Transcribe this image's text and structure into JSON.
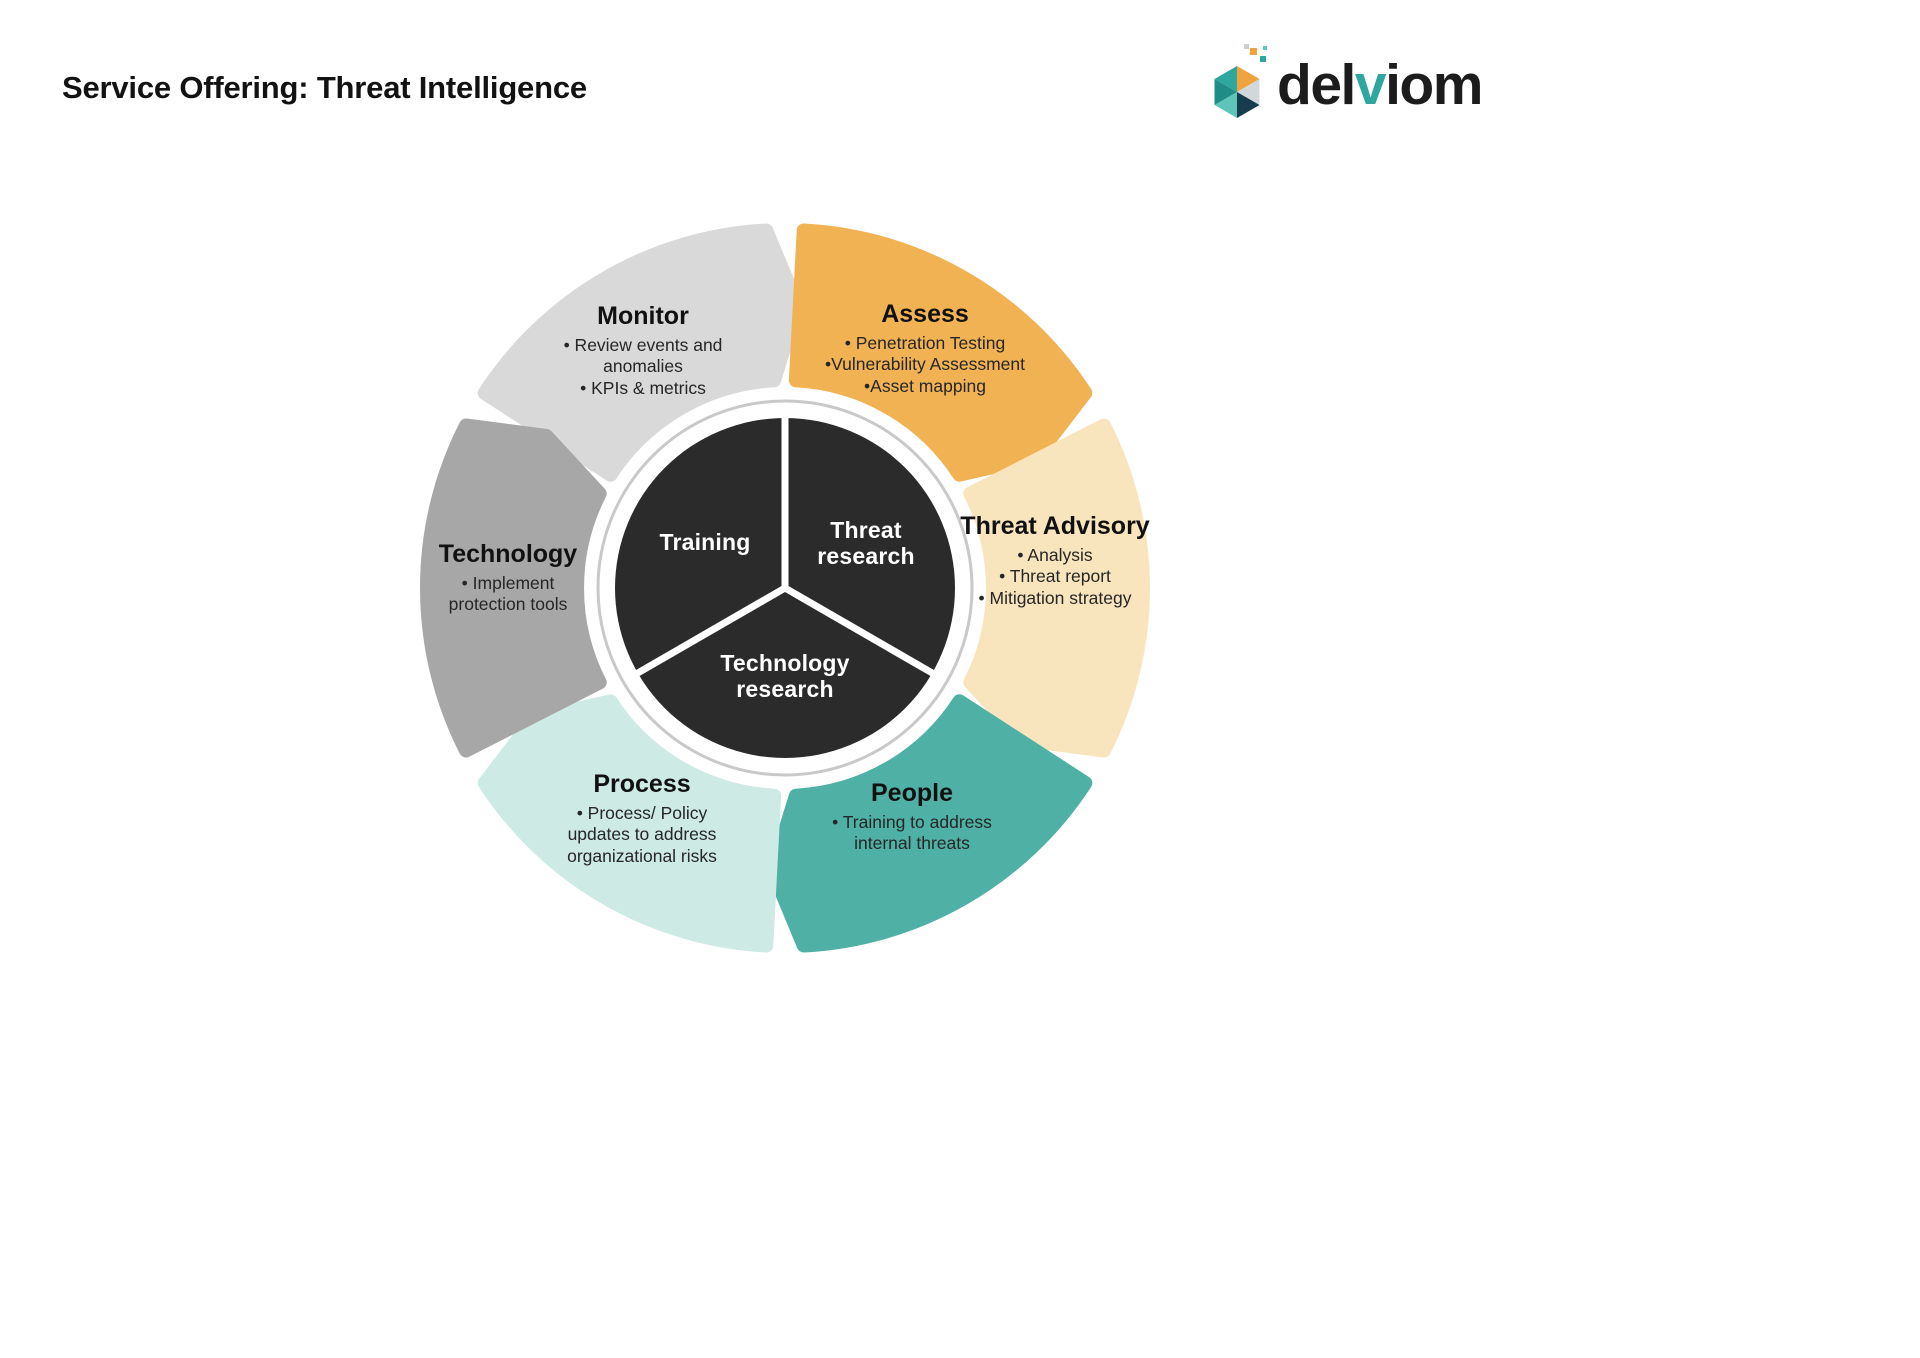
{
  "page": {
    "title": "Service Offering: Threat Intelligence"
  },
  "logo": {
    "part1": "del",
    "part2": "v",
    "part3": "iom"
  },
  "colors": {
    "center_circle": "#2b2b2b",
    "ring": "#c9c9c9",
    "divider": "#ffffff",
    "brand_teal": "#2ea79e",
    "brand_orange": "#efa23f",
    "brand_navy": "#173c4d"
  },
  "center": {
    "labels": [
      "Training",
      "Threat research",
      "Technology research"
    ]
  },
  "segments": {
    "monitor": {
      "title": "Monitor",
      "color": "#d9d9d9",
      "bullets": [
        "• Review events and anomalies",
        "• KPIs & metrics"
      ]
    },
    "assess": {
      "title": "Assess",
      "color": "#f1b254",
      "bullets": [
        "• Penetration Testing",
        "•Vulnerability Assessment",
        "•Asset mapping"
      ]
    },
    "threat_advisory": {
      "title": "Threat Advisory",
      "color": "#f8e5bd",
      "bullets": [
        "• Analysis",
        "• Threat report",
        "• Mitigation strategy"
      ]
    },
    "people": {
      "title": "People",
      "color": "#4fb0a5",
      "bullets": [
        "• Training to address internal threats"
      ]
    },
    "process": {
      "title": "Process",
      "color": "#cdeae5",
      "bullets": [
        "• Process/ Policy updates to address organizational risks"
      ]
    },
    "technology": {
      "title": "Technology",
      "color": "#a7a7a7",
      "bullets": [
        "• Implement protection tools"
      ]
    }
  }
}
